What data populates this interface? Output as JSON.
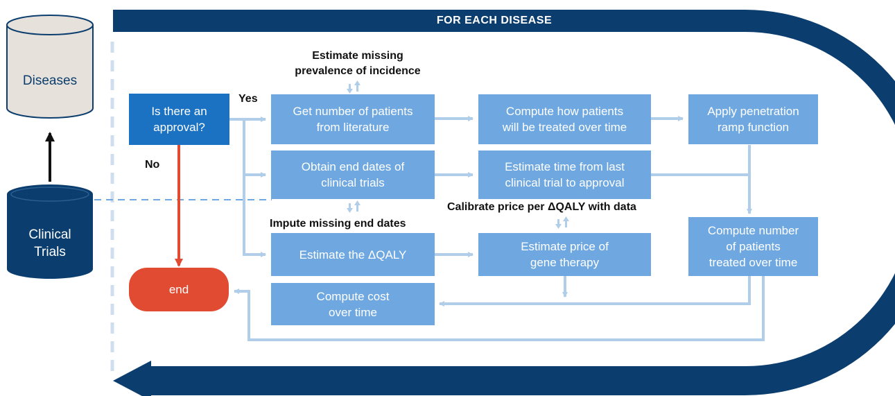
{
  "banner": "FOR EACH DISEASE",
  "databases": {
    "diseases": "Diseases",
    "trials_line1": "Clinical",
    "trials_line2": "Trials"
  },
  "decision": {
    "line1": "Is there an",
    "line2": "approval?",
    "yes": "Yes",
    "no": "No"
  },
  "end": "end",
  "steps": {
    "patients": [
      "Get number of patients",
      "from literature"
    ],
    "end_dates": [
      "Obtain end dates of",
      "clinical trials"
    ],
    "qaly": [
      "Estimate the ΔQALY"
    ],
    "treated": [
      "Compute how patients",
      "will be treated over time"
    ],
    "approval_time": [
      "Estimate time from last",
      "clinical trial to approval"
    ],
    "price": [
      "Estimate price of",
      "gene therapy"
    ],
    "ramp": [
      "Apply penetration",
      "ramp function"
    ],
    "num_treated": [
      "Compute number",
      "of patients",
      "treated over time"
    ],
    "cost": [
      "Compute cost",
      "over time"
    ]
  },
  "notes": {
    "prevalence": [
      "Estimate missing",
      "prevalence of incidence"
    ],
    "impute": "Impute missing end dates",
    "calibrate": "Calibrate price per ΔQALY with data"
  },
  "colors": {
    "navy": "#0b3e6f",
    "step_blue": "#6fa8e0",
    "decision_blue": "#1b72c2",
    "end_red": "#e14b31",
    "connector": "#b0cde9",
    "cylinder_light": "#e6e1da"
  }
}
